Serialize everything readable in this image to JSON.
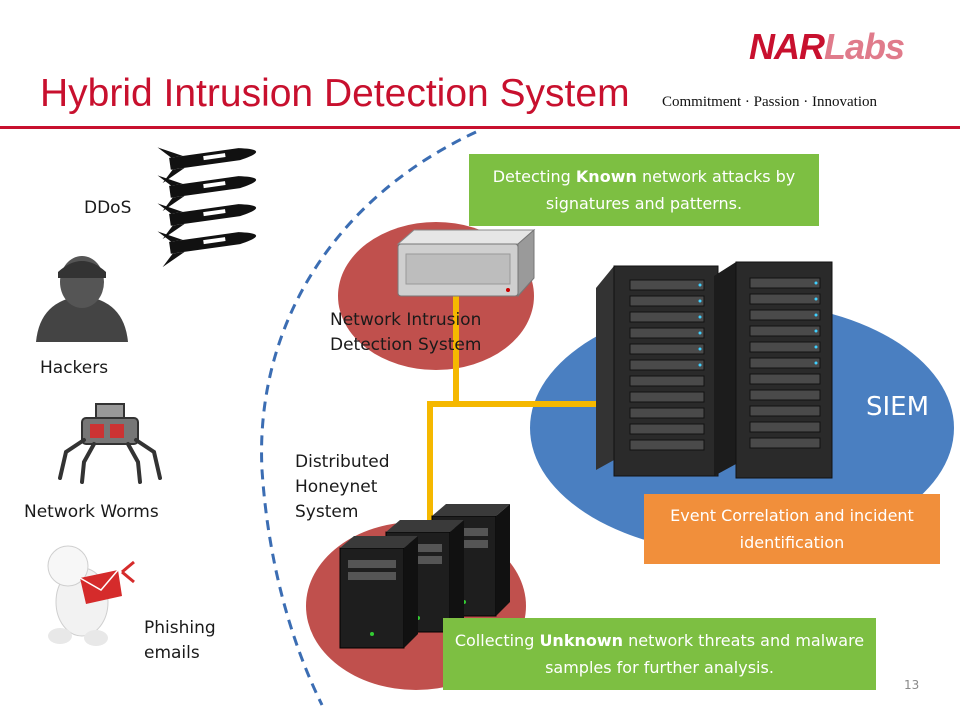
{
  "title": "Hybrid Intrusion Detection System",
  "logo": {
    "nar": "NAR",
    "labs": "Labs",
    "tagline": "Commitment · Passion · Innovation"
  },
  "threats": {
    "ddos": "DDoS",
    "hackers": "Hackers",
    "worms": "Network Worms",
    "phishing": [
      "Phishing",
      "emails"
    ]
  },
  "components": {
    "nids": [
      "Network Intrusion",
      "Detection System"
    ],
    "honeynet": [
      "Distributed",
      "Honeynet",
      "System"
    ],
    "siem": "SIEM"
  },
  "callouts": {
    "known": {
      "pre": "Detecting ",
      "bold": "Known",
      "post": " network attacks by signatures and patterns."
    },
    "correlation": {
      "text": "Event Correlation and incident identification"
    },
    "unknown": {
      "pre": "Collecting ",
      "bold": "Unknown",
      "post": " network threats and malware samples for further analysis."
    }
  },
  "page_number": "13",
  "colors": {
    "title_red": "#c8102e",
    "siem_blue": "#4a7fc1",
    "sensor_red": "#c0504d",
    "link_yellow": "#f5b800",
    "green": "#7dbf42",
    "orange": "#f18f3b"
  }
}
